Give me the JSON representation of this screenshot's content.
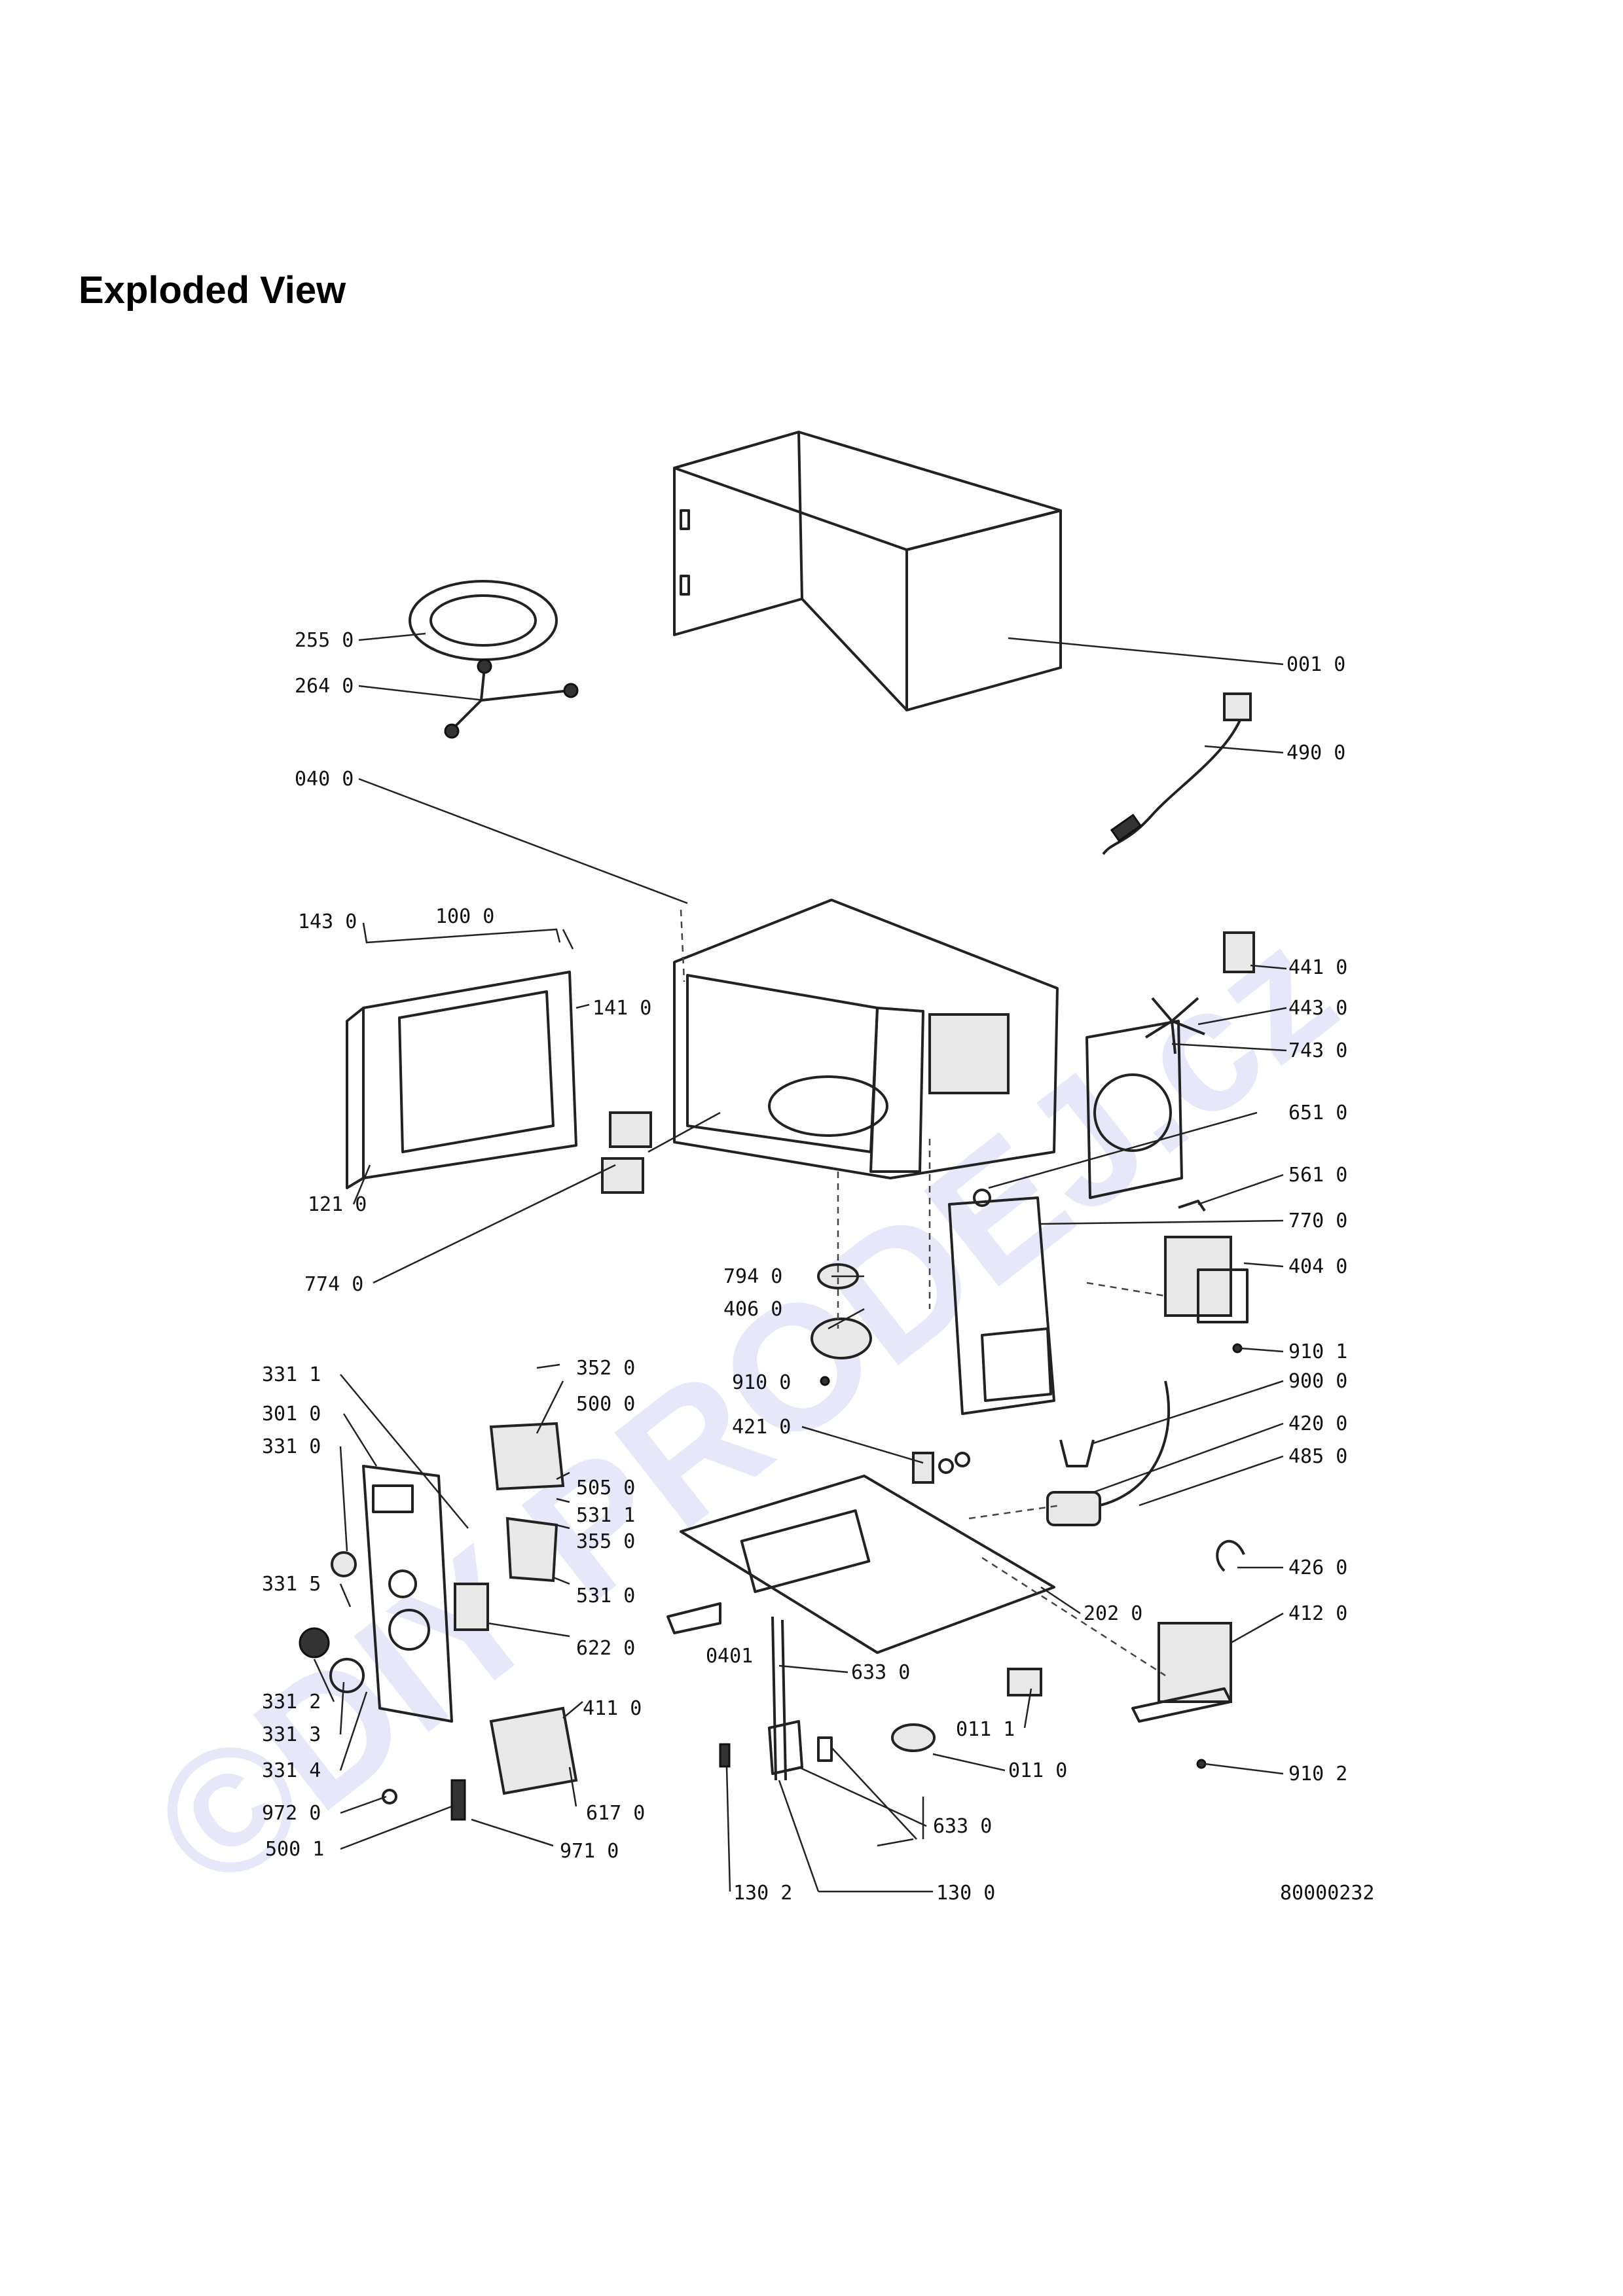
{
  "header": {
    "title": "Exploded View"
  },
  "watermark": {
    "text": "©DIY PRODEJ.cz",
    "color": "#c9cdf2"
  },
  "drawing_number": "80000232",
  "labels": [
    "255  0",
    "264  0",
    "040  0",
    "143  0",
    "100  0",
    "141  0",
    "121  0",
    "774  0",
    "001  0",
    "490  0",
    "441  0",
    "443  0",
    "743  0",
    "651  0",
    "561  0",
    "770  0",
    "404  0",
    "910  1",
    "900  0",
    "420  0",
    "485  0",
    "426  0",
    "412  0",
    "910  2",
    "794  0",
    "406  0",
    "910  0",
    "421  0",
    "202  0",
    "011  1",
    "011  0",
    "633  0",
    "0401",
    "633  0",
    "130  2",
    "130  0",
    "331  1",
    "301  0",
    "331  0",
    "331  5",
    "331  2",
    "331  3",
    "331  4",
    "972  0",
    "500  1",
    "352  0",
    "500  0",
    "505  0",
    "531  1",
    "355  0",
    "531  0",
    "622  0",
    "411  0",
    "617  0",
    "971  0"
  ]
}
